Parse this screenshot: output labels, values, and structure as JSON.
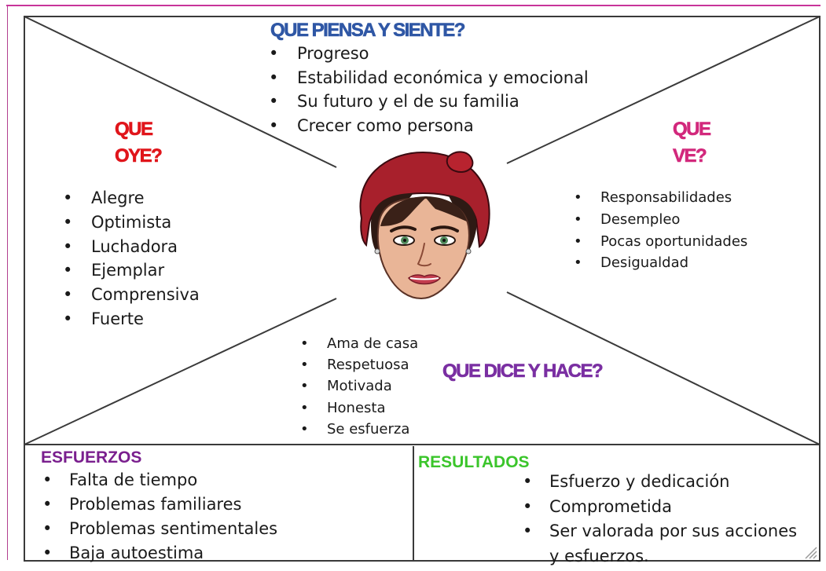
{
  "colors": {
    "frame": "#3a3a3a",
    "think_title": "#2f57a5",
    "hear_title": "#e0151b",
    "see_title": "#d2287c",
    "say_title": "#7a2fa2",
    "efforts_title": "#7a1f8e",
    "results_title": "#3bc52b",
    "accent_rule": "#c8349a"
  },
  "think": {
    "title": "QUE PIENSA Y SIENTE?",
    "items": [
      "Progreso",
      "Estabilidad económica y emocional",
      "Su futuro y el de su familia",
      "Crecer como persona"
    ]
  },
  "hear": {
    "title_line1": "QUE",
    "title_line2": "OYE?",
    "items": [
      "Alegre",
      "Optimista",
      "Luchadora",
      "Ejemplar",
      "Comprensiva",
      "Fuerte"
    ]
  },
  "see": {
    "title_line1": "QUE",
    "title_line2": "VE?",
    "items": [
      "Responsabilidades",
      "Desempleo",
      "Pocas oportunidades",
      "Desigualdad"
    ]
  },
  "say_do": {
    "title": "QUE DICE Y HACE?",
    "items": [
      "Ama de casa",
      "Respetuosa",
      "Motivada",
      "Honesta",
      "Se esfuerza"
    ]
  },
  "efforts": {
    "title": "ESFUERZOS",
    "items": [
      "Falta de tiempo",
      "Problemas familiares",
      "Problemas sentimentales",
      "Baja autoestima"
    ]
  },
  "results": {
    "title": "RESULTADOS",
    "items": [
      "Esfuerzo y dedicación",
      "Comprometida",
      "Ser valorada por sus acciones"
    ],
    "item3_continued": "y esfuerzos."
  },
  "icons": {
    "center_portrait": "woman-face-illustration-icon",
    "resize_grip": "resize-grip-icon"
  }
}
